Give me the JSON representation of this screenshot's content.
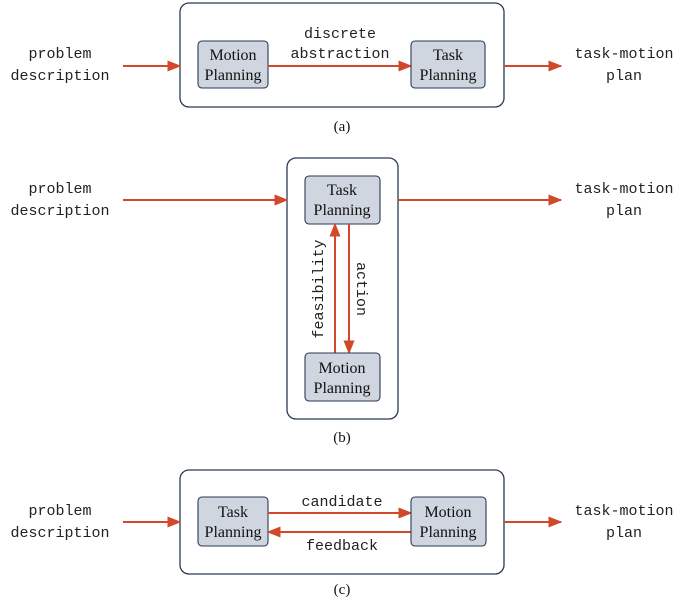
{
  "panel_a": {
    "input_line1": "problem",
    "input_line2": "description",
    "node_left_line1": "Motion",
    "node_left_line2": "Planning",
    "edge_line1": "discrete",
    "edge_line2": "abstraction",
    "node_right_line1": "Task",
    "node_right_line2": "Planning",
    "output_line1": "task-motion",
    "output_line2": "plan",
    "caption": "(a)"
  },
  "panel_b": {
    "input_line1": "problem",
    "input_line2": "description",
    "node_top_line1": "Task",
    "node_top_line2": "Planning",
    "edge_up": "feasibility",
    "edge_down": "action",
    "node_bottom_line1": "Motion",
    "node_bottom_line2": "Planning",
    "output_line1": "task-motion",
    "output_line2": "plan",
    "caption": "(b)"
  },
  "panel_c": {
    "input_line1": "problem",
    "input_line2": "description",
    "node_left_line1": "Task",
    "node_left_line2": "Planning",
    "edge_forward": "candidate",
    "edge_back": "feedback",
    "node_right_line1": "Motion",
    "node_right_line2": "Planning",
    "output_line1": "task-motion",
    "output_line2": "plan",
    "caption": "(c)"
  },
  "colors": {
    "arrow": "#d1492a",
    "node_fill": "#cfd6e0",
    "border": "#2a3a55"
  }
}
